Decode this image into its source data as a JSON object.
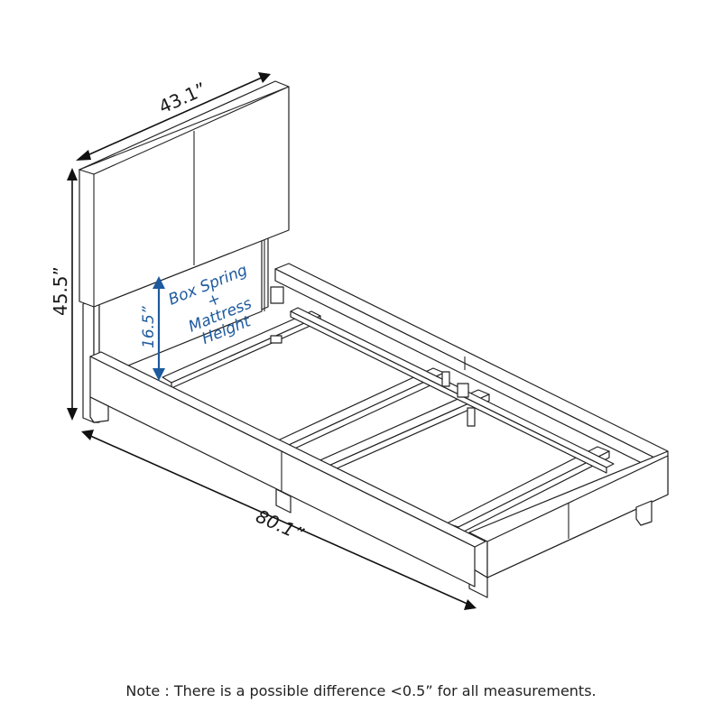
{
  "diagram": {
    "subject": "Upholstered platform bed frame with headboard",
    "dimensions": {
      "headboard_width": "43.1”",
      "overall_height": "45.5”",
      "overall_length": "80.1”",
      "box_spring_mattress_height": "16.5”"
    },
    "callout": {
      "line1": "Box Spring",
      "line2": "+",
      "line3": "Mattress",
      "line4": "Height"
    },
    "colors": {
      "line": "#222222",
      "callout_blue": "#1d5a9e",
      "background": "#ffffff"
    }
  },
  "note": "Note : There is a possible difference <0.5” for all measurements."
}
